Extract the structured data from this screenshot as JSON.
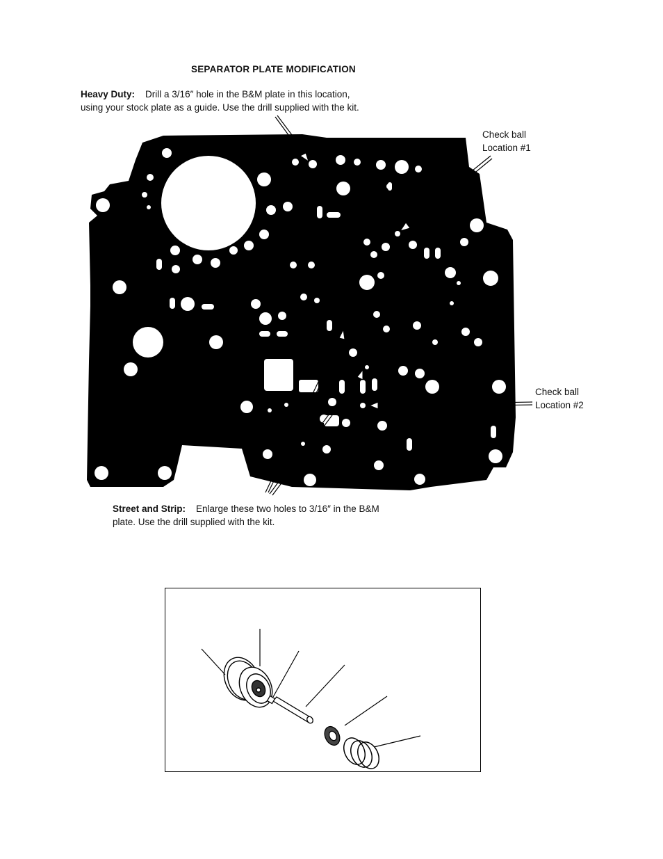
{
  "page": {
    "title": "SEPARATOR PLATE MODIFICATION"
  },
  "callouts": {
    "heavy_duty": {
      "label": "Heavy Duty:",
      "text": "Drill a 3/16″ hole in the B&M plate in this location, using your stock plate as a guide. Use the drill supplied with the kit."
    },
    "street_strip": {
      "label": "Street and Strip:",
      "text": "Enlarge these two holes to 3/16″ in the B&M plate. Use the drill supplied with the kit."
    },
    "check_ball_1": {
      "line1": "Check ball",
      "line2": "Location #1"
    },
    "check_ball_2": {
      "line1": "Check ball",
      "line2": "Location #2"
    }
  },
  "colors": {
    "plate": "#000000",
    "background": "#ffffff",
    "box_border": "#000000"
  }
}
